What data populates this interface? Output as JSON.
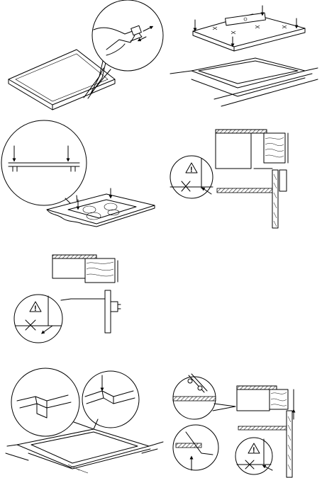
{
  "panels": [
    {
      "id": "apply-seal-strip",
      "warning_mark": ""
    },
    {
      "id": "place-hob-into-cutout",
      "warning_mark": ""
    },
    {
      "id": "press-hob-edges",
      "warning_mark": ""
    },
    {
      "id": "clearance-above-drawer",
      "warning_mark": "!"
    },
    {
      "id": "clearance-above-oven",
      "warning_mark": "!"
    },
    {
      "id": "seal-corners",
      "warning_mark": ""
    },
    {
      "id": "cut-seal-flush",
      "warning_mark": "!"
    }
  ]
}
